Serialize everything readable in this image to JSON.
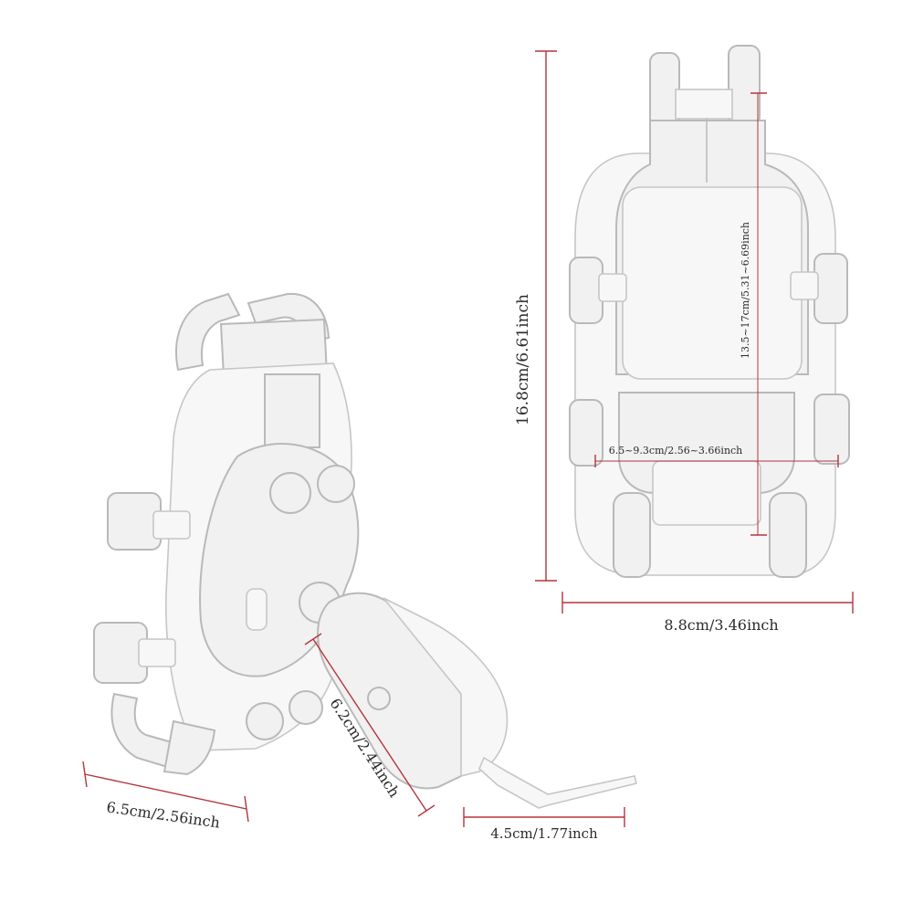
{
  "dimensions": {
    "overall_height": "16.8cm/6.61inch",
    "overall_width": "8.8cm/3.46inch",
    "clamp_height_range": "13.5~17cm/5.31~6.69inch",
    "clamp_width_range": "6.5~9.3cm/2.56~3.66inch",
    "side_width": "6.5cm/2.56inch",
    "arm_length": "6.2cm/2.44inch",
    "base_length": "4.5cm/1.77inch"
  },
  "colors": {
    "dimension_line": "#b5343c",
    "outline": "#b9b9b9",
    "fill": "#f1f1f1"
  }
}
